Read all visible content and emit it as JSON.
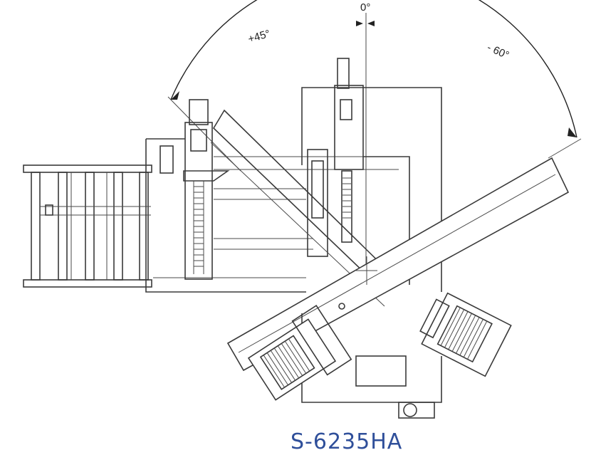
{
  "diagram": {
    "angle_labels": {
      "zero": "0°",
      "left": "+45°",
      "right": "- 60°"
    },
    "model": "S-6235HA",
    "colors": {
      "line": "#3a3a3a",
      "model_text": "#2f4f9a",
      "background": "#ffffff"
    }
  }
}
